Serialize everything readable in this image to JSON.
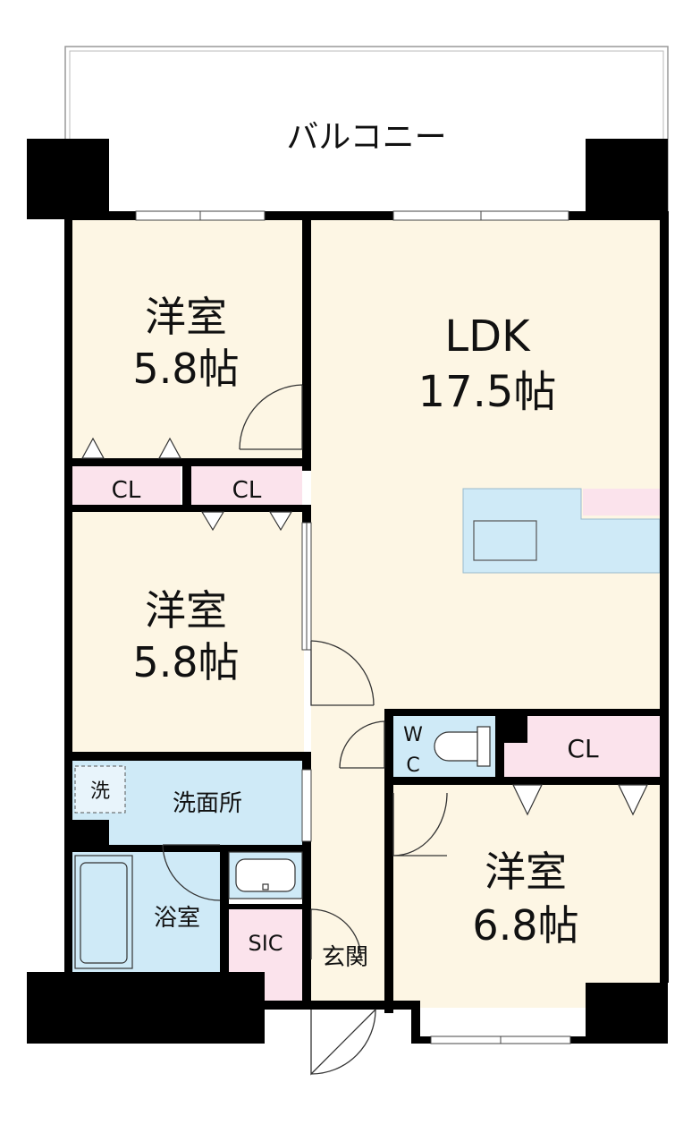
{
  "balcony": {
    "label": "バルコニー"
  },
  "rooms": {
    "western_top": {
      "name": "洋室",
      "size": "5.8帖"
    },
    "western_mid": {
      "name": "洋室",
      "size": "5.8帖"
    },
    "western_bottom": {
      "name": "洋室",
      "size": "6.8帖"
    },
    "ldk": {
      "name": "LDK",
      "size": "17.5帖"
    },
    "closet_left": {
      "label": "CL"
    },
    "closet_right": {
      "label": "CL"
    },
    "closet_bottom": {
      "label": "CL"
    },
    "toilet": {
      "label_line1": "W",
      "label_line2": "C"
    },
    "washroom": {
      "label": "洗面所"
    },
    "washer": {
      "label": "洗"
    },
    "bathroom": {
      "label": "浴室"
    },
    "sic": {
      "label": "SIC"
    },
    "entrance": {
      "label": "玄関"
    }
  },
  "colors": {
    "room_floor": "#fdf6e4",
    "closet": "#fbe3ec",
    "wet_area": "#cfeaf7",
    "wall": "#000000"
  }
}
